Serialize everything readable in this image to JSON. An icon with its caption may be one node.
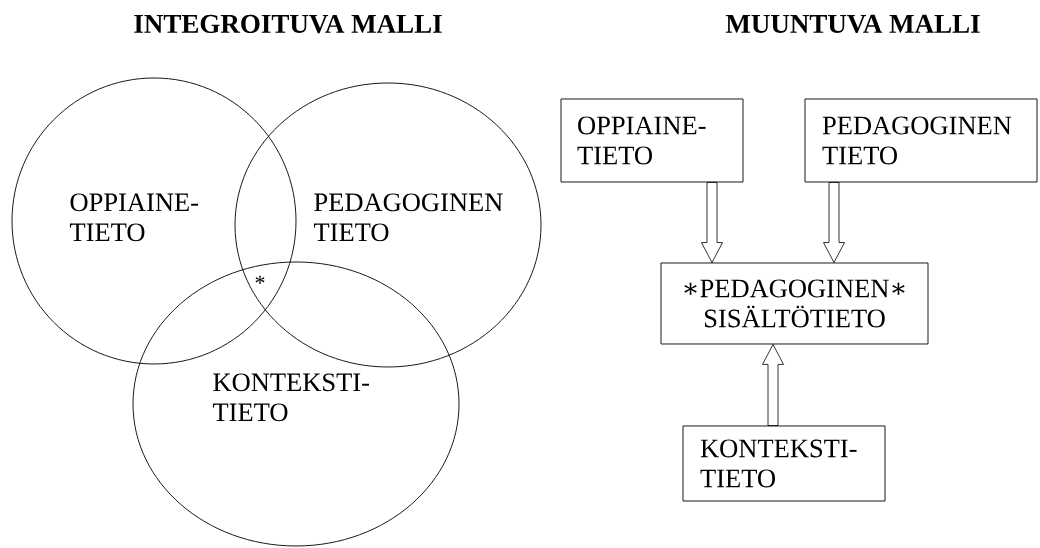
{
  "diagram": {
    "nodes": [
      {
        "text": [
          "OPPIAINE- TIETO"
        ]
      },
      {
        "text": [
          "PEDAGOGINEN TIETO"
        ]
      },
      {
        "text": [
          "KONTEKSTI- TIETO"
        ]
      },
      {
        "text": [
          "OPPIAINE- TIETO"
        ]
      },
      {
        "text": [
          "PEDAGOGINEN TIETO"
        ]
      },
      {
        "text": [
          "∗PEDAGOGINEN∗ SISÄLTÖTIETO"
        ]
      },
      {
        "text": [
          "KONTEKSTI- TIETO"
        ]
      }
    ],
    "edges": [
      {
        "from": 3,
        "to": 5,
        "arrow": "to"
      },
      {
        "from": 4,
        "to": 5,
        "arrow": "to"
      },
      {
        "from": 6,
        "to": 5,
        "arrow": "to"
      }
    ],
    "labels": [
      "INTEGROITUVA MALLI",
      "MUUNTUVA MALLI",
      "*"
    ]
  }
}
